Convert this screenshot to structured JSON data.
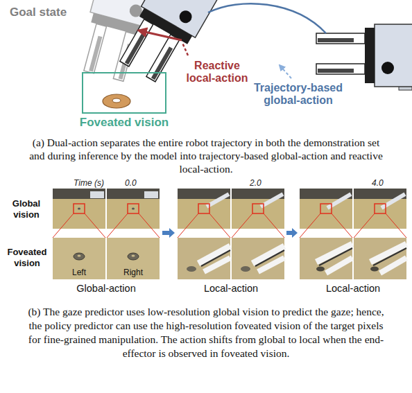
{
  "diagram": {
    "nodes": [
      {
        "text": [
          "Foveated vision"
        ]
      }
    ],
    "labels": [
      "Goal state",
      "Reactive local-action",
      "Trajectory-based global-action",
      "(a) Dual-action separates the entire robot trajectory in both the demonstration set and during inference by the model into trajectory-based global-action and reactive local-action.",
      "Time (s)",
      "0.0",
      "2.0",
      "4.0",
      "Global vision",
      "Foveated vision",
      "Left",
      "Right",
      "Global-action",
      "Local-action",
      "Local-action",
      "(b) The gaze predictor uses low-resolution global vision to predict the gaze; hence, the policy predictor can use the high-resolution foveated vision of the target pixels for fine-grained manipulation. The action shifts from global to local when the end-effector is observed in foveated vision."
    ]
  }
}
